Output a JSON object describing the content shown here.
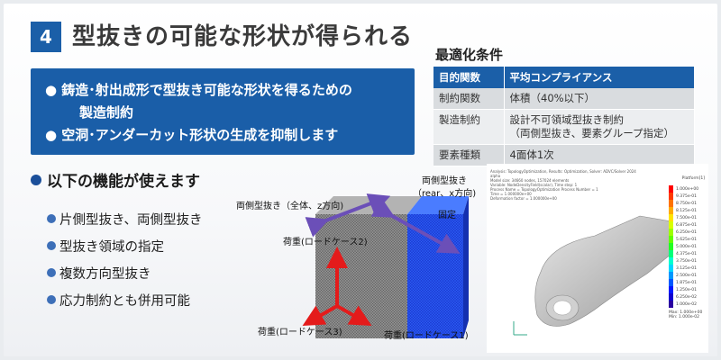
{
  "header": {
    "number": "4",
    "title": "型抜きの可能な形状が得られる"
  },
  "summary_box": {
    "items": [
      "●  鋳造･射出成形で型抜き可能な形状を得るための",
      "製造制約",
      "●  空洞･アンダーカット形状の生成を抑制します"
    ]
  },
  "conditions": {
    "title": "最適化条件",
    "header": {
      "key": "目的関数",
      "value": "平均コンプライアンス"
    },
    "rows": [
      {
        "key": "制約関数",
        "value": "体積（40%以下）"
      },
      {
        "key": "製造制約",
        "value": "設計不可領域型抜き制約",
        "value2": "（両側型抜き、要素グループ指定）"
      },
      {
        "key": "要素種類",
        "value": "4面体1次"
      }
    ]
  },
  "functions": {
    "title": "以下の機能が使えます",
    "items": [
      "片側型抜き、両側型抜き",
      "型抜き領域の指定",
      "複数方向型抜き",
      "応力制約とも併用可能"
    ]
  },
  "figure": {
    "labels": {
      "both_sides_all_z": "両側型抜き（全体、z方向)",
      "both_sides_rear_x_1": "両側型抜き",
      "both_sides_rear_x_2": "（rear、x方向)",
      "fixed": "固定",
      "load2": "荷重(ロードケース2)",
      "load3": "荷重(ロードケース3)",
      "load1": "荷重(ロードケース1)"
    },
    "colors": {
      "mesh_gray": "#8e8e8e",
      "mesh_blue": "#1f3fd8",
      "arrow_purple": "#6b4fb8",
      "arrow_red": "#e41b1b"
    }
  },
  "result": {
    "header_lines": [
      "Analysis: TopologyOptimization, Results: Optimization, Solver: ADVC/Solver 2024 alpha",
      "Model size: 34660 nodes, 157024 elements",
      "Variable: NodeDensityField(scalar), Time step: 1",
      "Process Name = TopologyOptimization Process Number = 1",
      "Time = 1.000000e+00",
      "Deformation factor = 1.000000e+00"
    ],
    "legend_title": "Platform[1]",
    "legend_values": [
      "1.000e+00",
      "9.375e-01",
      "8.750e-01",
      "8.125e-01",
      "7.500e-01",
      "6.875e-01",
      "6.250e-01",
      "5.625e-01",
      "5.000e-01",
      "4.375e-01",
      "3.750e-01",
      "3.125e-01",
      "2.500e-01",
      "1.875e-01",
      "1.250e-01",
      "6.250e-02",
      "1.000e-02"
    ],
    "legend_max": "Max: 1.000e+00",
    "legend_min": "Min: 1.000e-02"
  }
}
